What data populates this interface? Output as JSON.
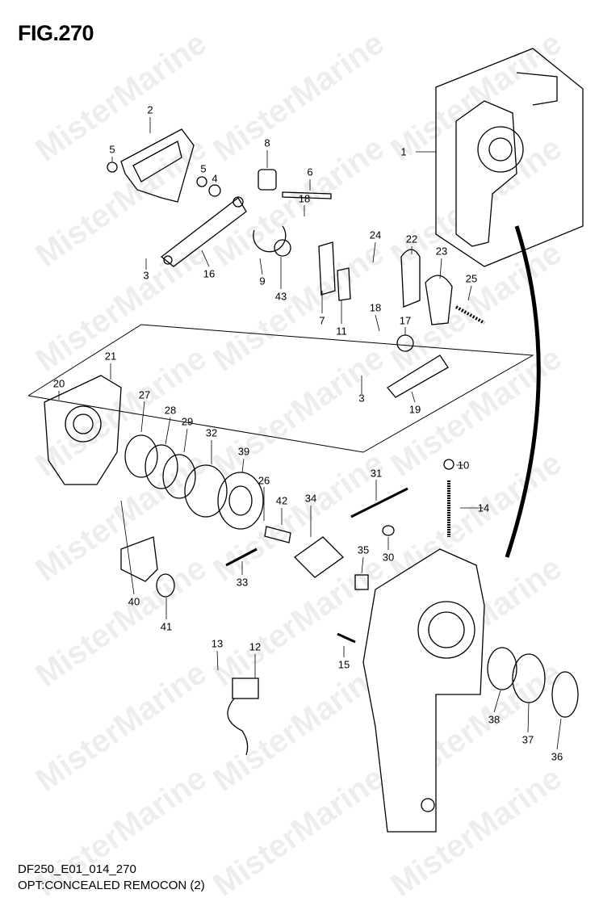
{
  "title": "FIG.270",
  "footer": {
    "code": "DF250_E01_014_270",
    "description": "OPT:CONCEALED REMOCON (2)"
  },
  "watermark": "MisterMarine",
  "part_labels": [
    {
      "id": "p1",
      "text": "1"
    },
    {
      "id": "p2",
      "text": "2"
    },
    {
      "id": "p3a",
      "text": "3"
    },
    {
      "id": "p3b",
      "text": "3"
    },
    {
      "id": "p4",
      "text": "4"
    },
    {
      "id": "p5a",
      "text": "5"
    },
    {
      "id": "p5b",
      "text": "5"
    },
    {
      "id": "p6",
      "text": "6"
    },
    {
      "id": "p7",
      "text": "7"
    },
    {
      "id": "p8",
      "text": "8"
    },
    {
      "id": "p9",
      "text": "9"
    },
    {
      "id": "p10",
      "text": "10"
    },
    {
      "id": "p11",
      "text": "11"
    },
    {
      "id": "p12",
      "text": "12"
    },
    {
      "id": "p13",
      "text": "13"
    },
    {
      "id": "p14",
      "text": "14"
    },
    {
      "id": "p15",
      "text": "15"
    },
    {
      "id": "p16",
      "text": "16"
    },
    {
      "id": "p17",
      "text": "17"
    },
    {
      "id": "p18a",
      "text": "18"
    },
    {
      "id": "p18b",
      "text": "18"
    },
    {
      "id": "p19",
      "text": "19"
    },
    {
      "id": "p20",
      "text": "20"
    },
    {
      "id": "p21",
      "text": "21"
    },
    {
      "id": "p22",
      "text": "22"
    },
    {
      "id": "p23",
      "text": "23"
    },
    {
      "id": "p24",
      "text": "24"
    },
    {
      "id": "p25",
      "text": "25"
    },
    {
      "id": "p26",
      "text": "26"
    },
    {
      "id": "p27",
      "text": "27"
    },
    {
      "id": "p28",
      "text": "28"
    },
    {
      "id": "p29",
      "text": "29"
    },
    {
      "id": "p30",
      "text": "30"
    },
    {
      "id": "p31",
      "text": "31"
    },
    {
      "id": "p32",
      "text": "32"
    },
    {
      "id": "p33",
      "text": "33"
    },
    {
      "id": "p34",
      "text": "34"
    },
    {
      "id": "p35",
      "text": "35"
    },
    {
      "id": "p36",
      "text": "36"
    },
    {
      "id": "p37",
      "text": "37"
    },
    {
      "id": "p38",
      "text": "38"
    },
    {
      "id": "p39",
      "text": "39"
    },
    {
      "id": "p40",
      "text": "40"
    },
    {
      "id": "p41",
      "text": "41"
    },
    {
      "id": "p42",
      "text": "42"
    },
    {
      "id": "p43",
      "text": "43"
    }
  ]
}
